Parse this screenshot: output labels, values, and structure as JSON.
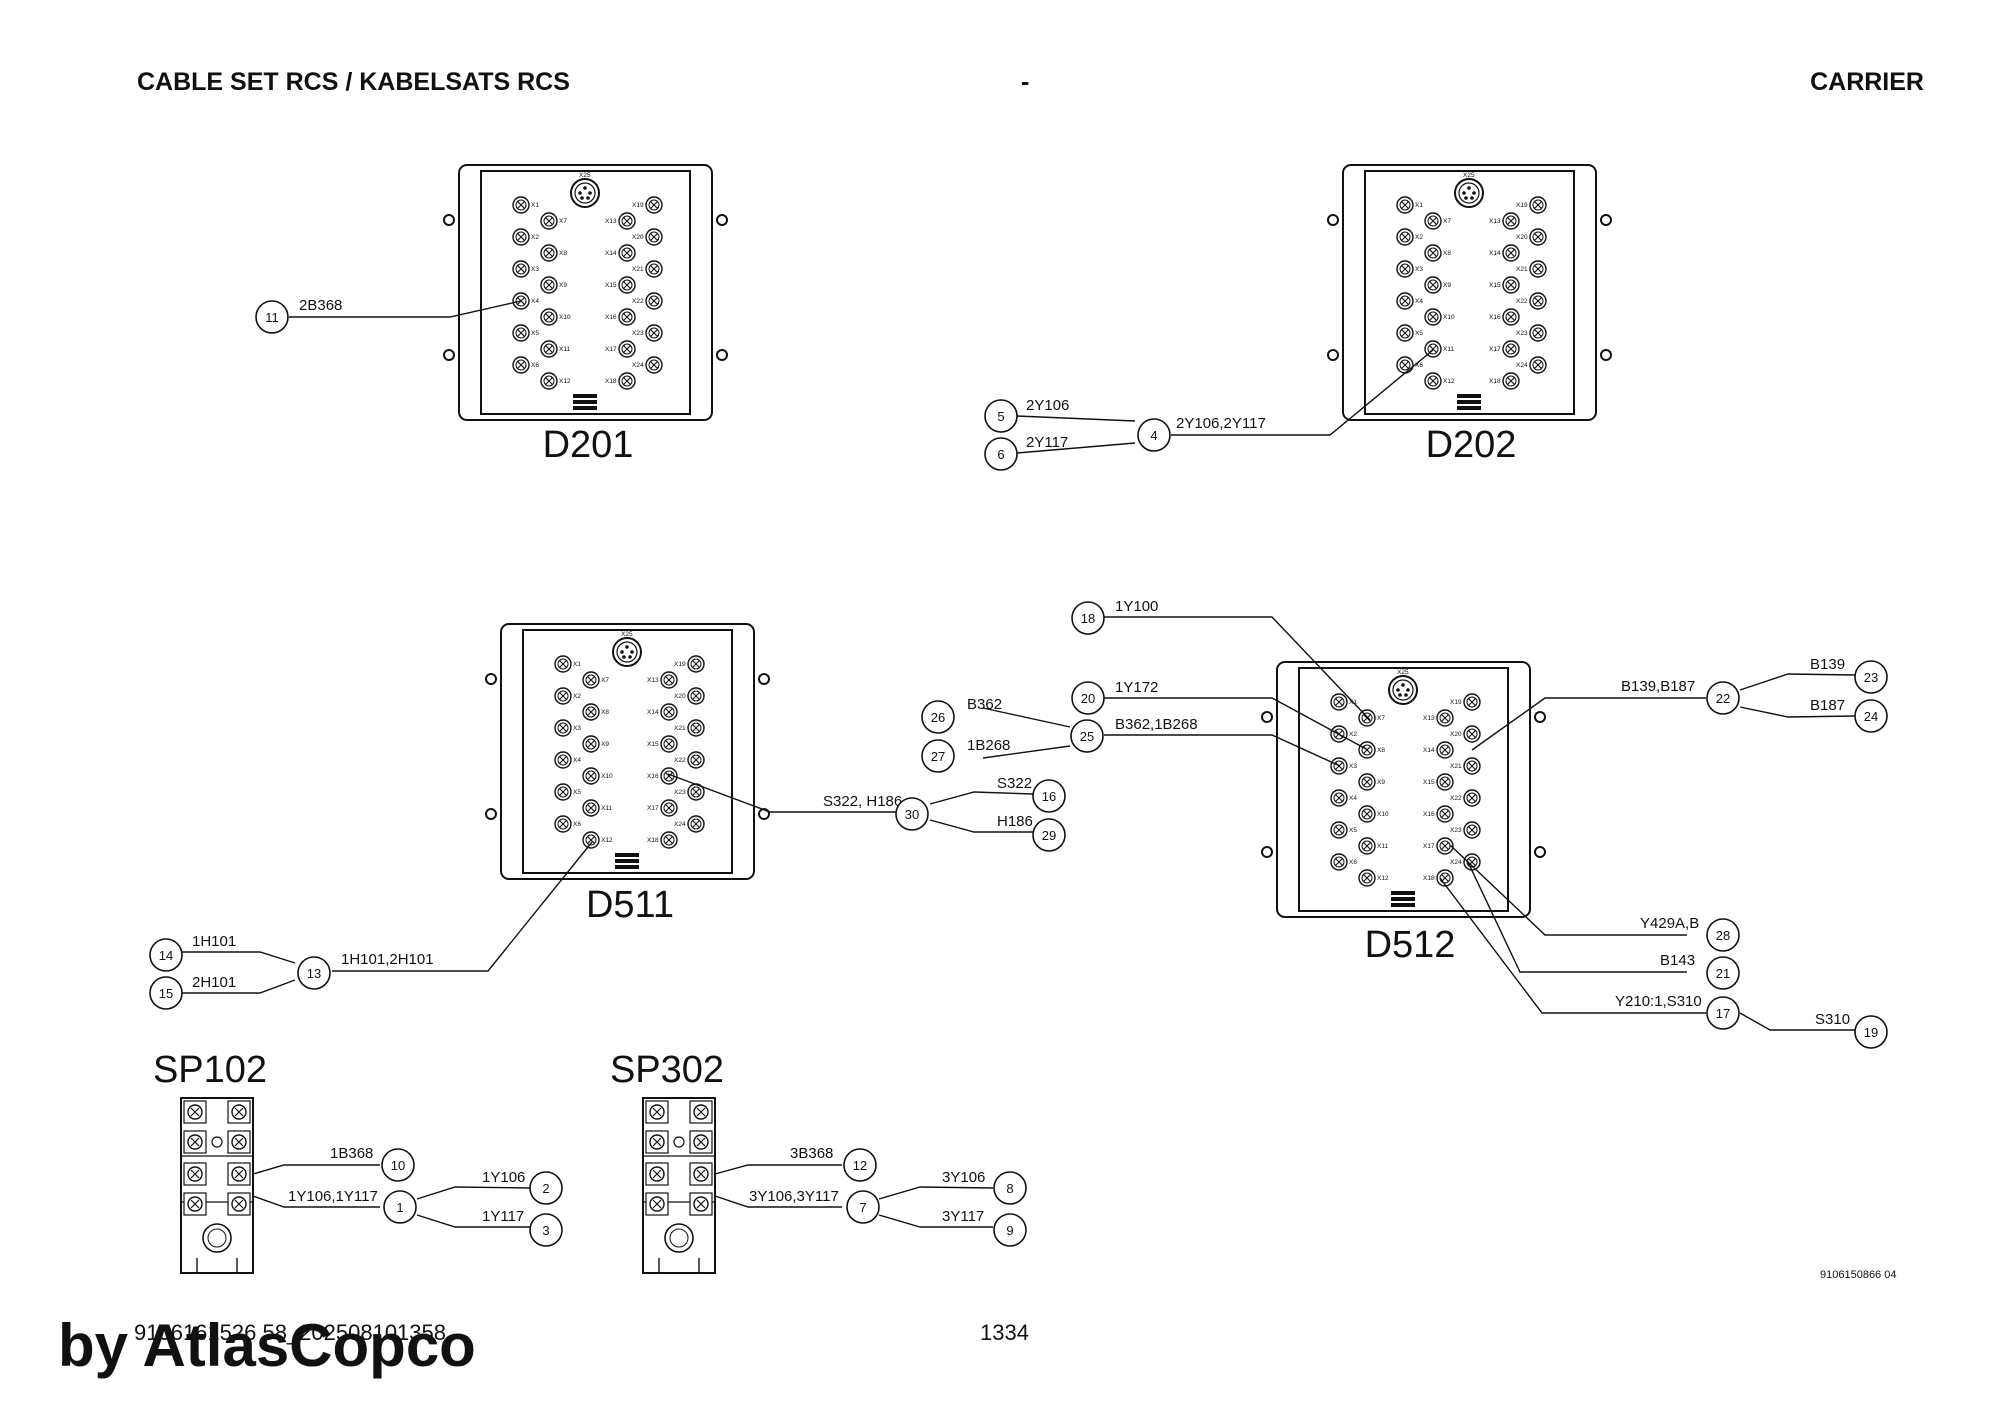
{
  "header": {
    "title": "CABLE SET RCS / KABELSATS RCS",
    "dash": "-",
    "section": "CARRIER"
  },
  "devices": [
    {
      "id": "D201"
    },
    {
      "id": "D202"
    },
    {
      "id": "D511"
    },
    {
      "id": "D512"
    }
  ],
  "splitters": [
    {
      "id": "SP102"
    },
    {
      "id": "SP302"
    }
  ],
  "port_labels": {
    "top": "X25",
    "left": [
      "X1",
      "X2",
      "X3",
      "X4",
      "X5",
      "X6"
    ],
    "inner_left": [
      "X7",
      "X8",
      "X9",
      "X10",
      "X11",
      "X12"
    ],
    "inner_right": [
      "X13",
      "X14",
      "X15",
      "X16",
      "X17",
      "X18"
    ],
    "right": [
      "X19",
      "X20",
      "X21",
      "X22",
      "X23",
      "X24"
    ]
  },
  "balloons": [
    "1",
    "2",
    "3",
    "4",
    "5",
    "6",
    "7",
    "8",
    "9",
    "10",
    "11",
    "12",
    "13",
    "14",
    "15",
    "16",
    "17",
    "18",
    "19",
    "20",
    "21",
    "22",
    "23",
    "24",
    "25",
    "26",
    "27",
    "28",
    "29",
    "30"
  ],
  "cables": {
    "c2B368": "2B368",
    "c2Y106": "2Y106",
    "c2Y117": "2Y117",
    "c2Y106_2Y117": "2Y106,2Y117",
    "c1Y100": "1Y100",
    "c1Y172": "1Y172",
    "cB362": "B362",
    "c1B268": "1B268",
    "cB362_1B268": "B362,1B268",
    "cB139_B187": "B139,B187",
    "cB139": "B139",
    "cB187": "B187",
    "cS322_H186": "S322, H186",
    "cS322": "S322",
    "cH186": "H186",
    "c1H101": "1H101",
    "c2H101": "2H101",
    "c1H101_2H101": "1H101,2H101",
    "cY429A_B": "Y429A,B",
    "cB143": "B143",
    "cY210_1_S310": "Y210:1,S310",
    "cS310": "S310",
    "c1B368": "1B368",
    "c1Y106_1Y117": "1Y106,1Y117",
    "c1Y106": "1Y106",
    "c1Y117": "1Y117",
    "c3B368": "3B368",
    "c3Y106_3Y117": "3Y106,3Y117",
    "c3Y106": "3Y106",
    "c3Y117": "3Y117"
  },
  "footer": {
    "drawing_number": "9106150866 04",
    "doc_ref": "9106161526 58_202508101358",
    "page_number": "1334",
    "watermark": "by AtlasCopco"
  }
}
